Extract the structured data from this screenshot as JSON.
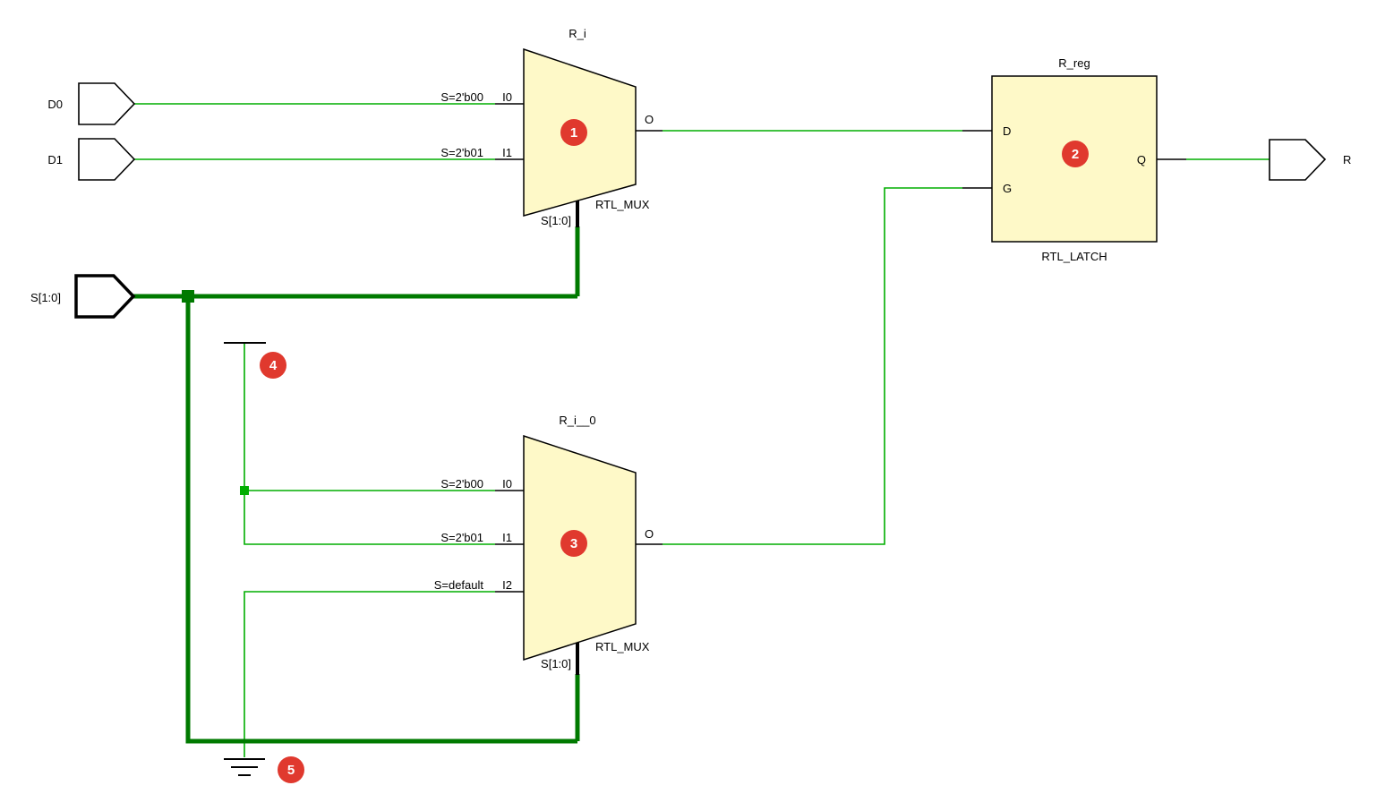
{
  "colors": {
    "wire": "#00AE00",
    "bus": "#007A00",
    "fill": "#FEF9C8",
    "outline": "#000000",
    "badge": "#E0392E"
  },
  "ports": {
    "d0": "D0",
    "d1": "D1",
    "s": "S[1:0]",
    "r": "R"
  },
  "mux1": {
    "name": "R_i",
    "type": "RTL_MUX",
    "sel": "S[1:0]",
    "cond0": "S=2'b00",
    "cond1": "S=2'b01",
    "i0": "I0",
    "i1": "I1",
    "o": "O",
    "badge": "1"
  },
  "latch": {
    "name": "R_reg",
    "type": "RTL_LATCH",
    "d": "D",
    "g": "G",
    "q": "Q",
    "badge": "2"
  },
  "mux2": {
    "name": "R_i__0",
    "type": "RTL_MUX",
    "sel": "S[1:0]",
    "cond0": "S=2'b00",
    "cond1": "S=2'b01",
    "cond2": "S=default",
    "i0": "I0",
    "i1": "I1",
    "i2": "I2",
    "o": "O",
    "badge": "3"
  },
  "const": {
    "badge": "4"
  },
  "ground": {
    "badge": "5"
  }
}
